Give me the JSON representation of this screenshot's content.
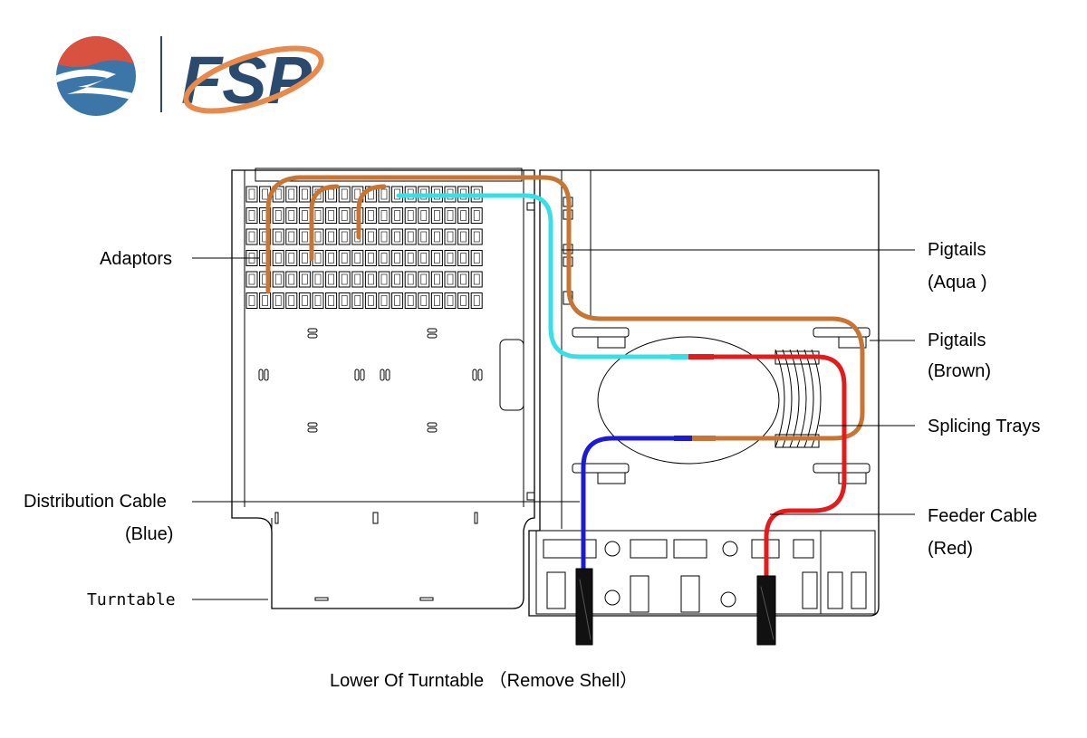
{
  "logo": {
    "text": "FSP",
    "colors": {
      "red": "#d9513f",
      "blue": "#3c76a8",
      "navy": "#2a4a6e",
      "orange": "#e88a4c"
    }
  },
  "labels": {
    "adaptors": "Adaptors",
    "pigtails_aqua_1": "Pigtails",
    "pigtails_aqua_2": "(Aqua )",
    "pigtails_brown_1": "Pigtails",
    "pigtails_brown_2": "(Brown)",
    "splicing_trays": "Splicing Trays",
    "distribution_1": "Distribution Cable",
    "distribution_2": "(Blue)",
    "feeder_1": "Feeder Cable",
    "feeder_2": "(Red)",
    "turntable": "Turntable",
    "caption": "Lower Of Turntable （Remove Shell）"
  },
  "cable_colors": {
    "brown": "#c87533",
    "aqua": "#37e0e6",
    "blue": "#1d1ad6",
    "red": "#e51a1a"
  }
}
